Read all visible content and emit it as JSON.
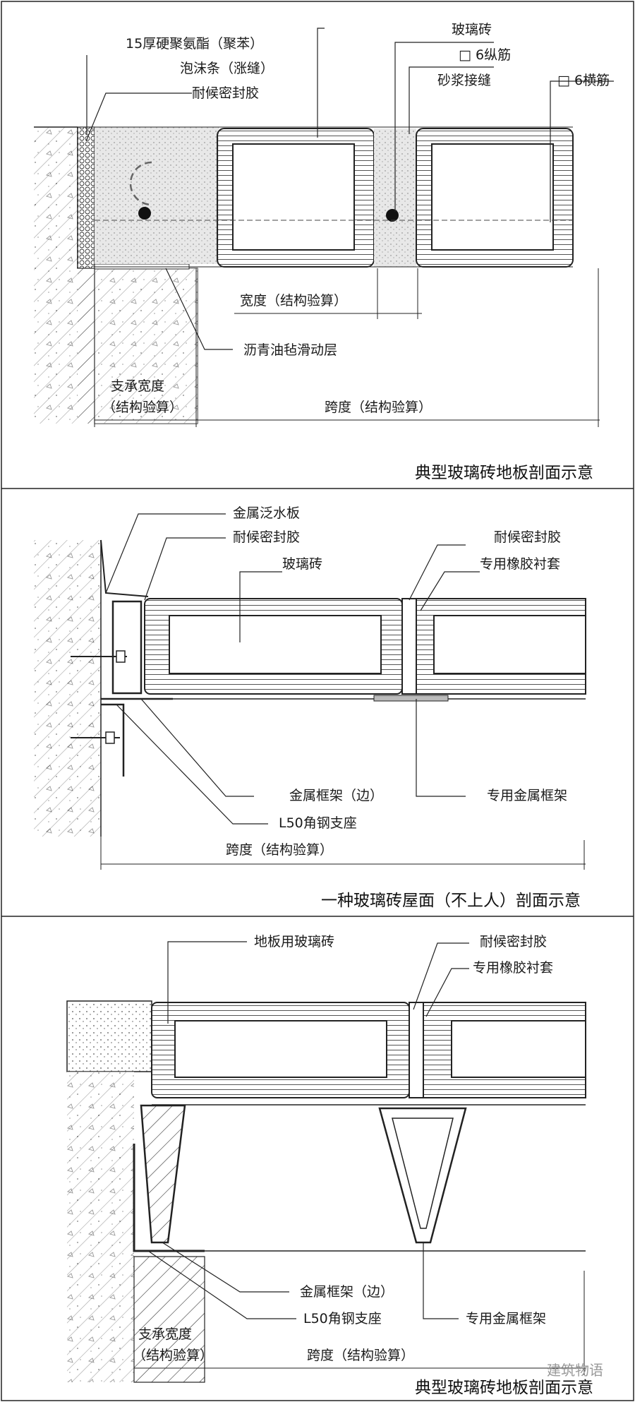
{
  "panels": [
    {
      "title": "典型玻璃砖地板剖面示意",
      "labels": {
        "foam": "15厚硬聚氨酯（聚苯）",
        "foam2": "泡沫条（涨缝）",
        "sealant": "耐候密封胶",
        "glass_brick": "玻璃砖",
        "long_bar": "□ 6纵筋",
        "mortar": "砂浆接缝",
        "trans_bar": "□ 6横筋",
        "width": "宽度（结构验算）",
        "felt": "沥青油毡滑动层",
        "support_width_1": "支承宽度",
        "support_width_2": "（结构验算）",
        "span": "跨度（结构验算）"
      }
    },
    {
      "title": "一种玻璃砖屋面（不上人）剖面示意",
      "labels": {
        "flashing": "金属泛水板",
        "sealant_left": "耐候密封胶",
        "glass_brick": "玻璃砖",
        "sealant_right": "耐候密封胶",
        "rubber_sleeve": "专用橡胶衬套",
        "metal_frame_edge": "金属框架（边）",
        "special_frame": "专用金属框架",
        "angle_steel": "L50角钢支座",
        "span": "跨度（结构验算）"
      }
    },
    {
      "title": "典型玻璃砖地板剖面示意",
      "labels": {
        "floor_brick": "地板用玻璃砖",
        "sealant": "耐候密封胶",
        "rubber_sleeve": "专用橡胶衬套",
        "metal_frame_edge": "金属框架（边）",
        "special_frame": "专用金属框架",
        "angle_steel": "L50角钢支座",
        "support_width_1": "支承宽度",
        "support_width_2": "（结构验算）",
        "span": "跨度（结构验算）"
      }
    }
  ],
  "watermark": "建筑物语"
}
